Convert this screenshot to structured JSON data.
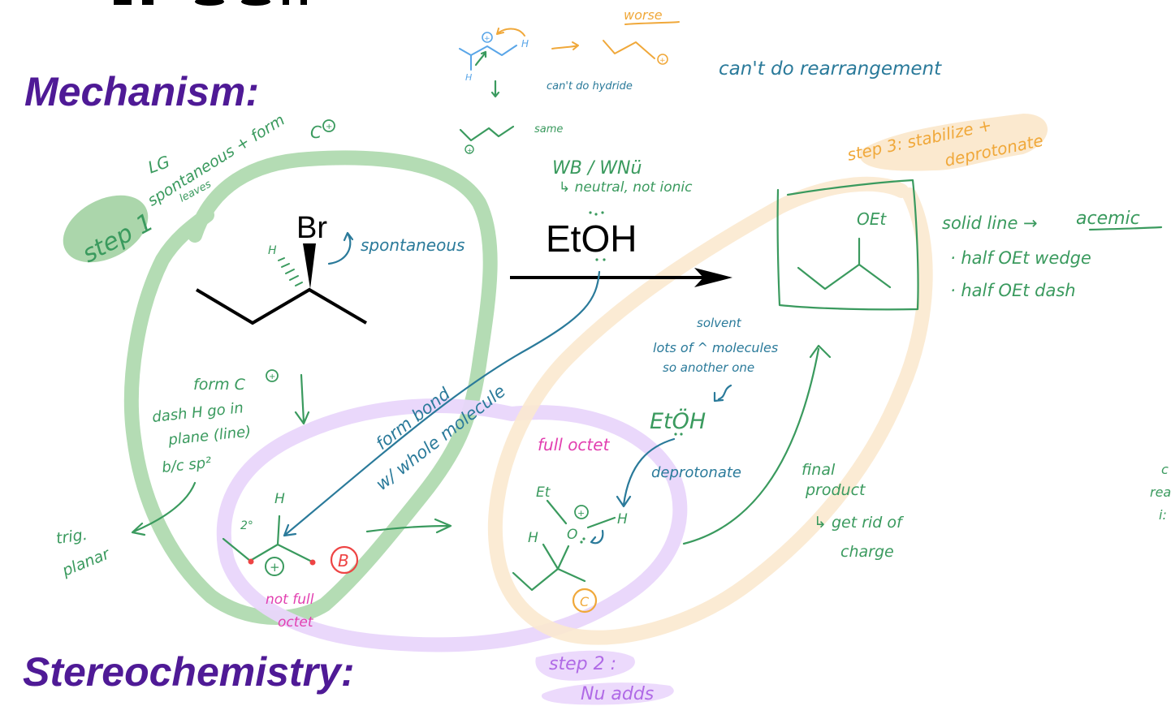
{
  "colors": {
    "heading_purple": "#4f1a96",
    "ink_green": "#3a9a5e",
    "ink_blue": "#2a7a9a",
    "ink_orange": "#f0a83a",
    "ink_light_blue": "#5aa6e8",
    "ink_pink": "#e23fb0",
    "ink_purple": "#b06ae6",
    "ink_red": "#ee4444",
    "highlight_green": "#b4dcb4",
    "highlight_purple": "#e9d6fb",
    "highlight_orange": "#fbe9cf"
  },
  "headings": {
    "mechanism": "Mechanism:",
    "stereochemistry": "Stereochemistry:"
  },
  "reaction": {
    "reagent": "EtOH",
    "reactant_leaving_group": "Br",
    "reactant_dash_h": "H",
    "product_substituent": "OEt"
  },
  "hydride_shift_aside": {
    "worse": "worse",
    "cant_do_hydride": "can't do hydride",
    "same": "same",
    "cant_do_rearrangement": "can't do rearrangement",
    "h_top": "H",
    "h_bottom": "H",
    "plus": "+"
  },
  "step1": {
    "label": "step 1",
    "lg_text": "LG",
    "colon_text": ":",
    "spontaneous_text": "spontaneous + form",
    "carbocation": "C",
    "leaves_text": "leaves",
    "spontaneous_arrow_label": "spontaneous",
    "form_c_plus": "form C",
    "dash_h_line1": "dash H go in",
    "dash_h_line2": "plane (line)",
    "dash_h_line3": "b/c sp²",
    "trig_planar_line1": "trig.",
    "trig_planar_line2": "planar"
  },
  "intermediate": {
    "h_label": "H",
    "degree": "2°",
    "plus": "+",
    "b_marker": "B",
    "not_full_line1": "not full",
    "not_full_line2": "octet"
  },
  "reagent_notes": {
    "wb_wnu": "WB / WNü",
    "neutral": "↳ neutral, not ionic",
    "form_bond_line1": "form bond",
    "form_bond_line2": "w/ whole molecule"
  },
  "step2": {
    "label_line1": "step 2 :",
    "label_line2": "Nu adds"
  },
  "oxonium": {
    "full_octet": "full octet",
    "et": "Et",
    "o": "O",
    "h_right": "H",
    "h_left": "H",
    "plus": "+",
    "c_marker": "C"
  },
  "solvent_notes": {
    "solvent": "solvent",
    "lots_of": "lots of ^ molecules",
    "so_another": "so another one",
    "etoh": "EtÖH",
    "deprotonate": "deprotonate"
  },
  "step3": {
    "label_line1": "step 3: stabilize +",
    "label_line2": "deprotonate"
  },
  "product_notes": {
    "solid_line": "solid line →",
    "racemic": "acemic",
    "half_wedge": "· half OEt wedge",
    "half_dash": "· half OEt dash",
    "final_line1": "final",
    "final_line2": "product",
    "get_rid_line1": "↳ get rid of",
    "get_rid_line2": "charge"
  },
  "right_edge_fragment": {
    "line1": "c",
    "line2": "rea",
    "line3": "i:"
  }
}
